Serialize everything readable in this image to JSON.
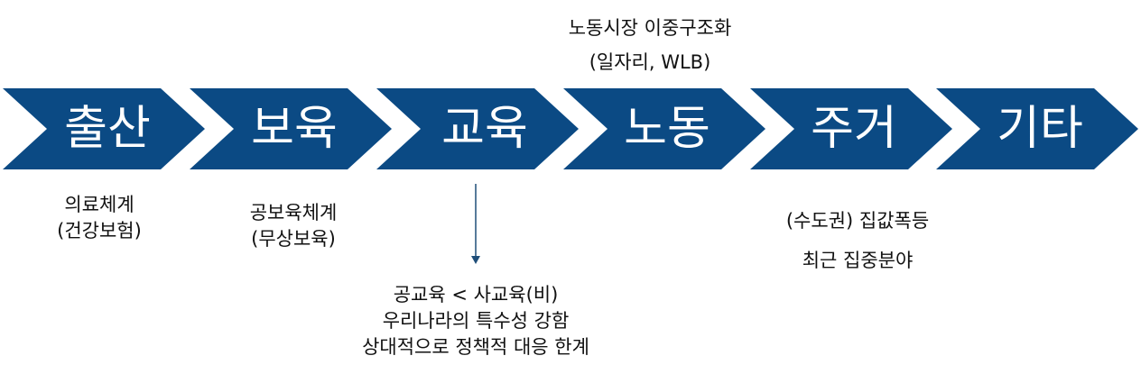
{
  "stages": [
    {
      "label": "출산"
    },
    {
      "label": "보육"
    },
    {
      "label": "교육"
    },
    {
      "label": "노동"
    },
    {
      "label": "주거"
    },
    {
      "label": "기타"
    }
  ],
  "notes": {
    "birth": {
      "line1": "의료체계",
      "line2": "(건강보험)"
    },
    "childcare": {
      "line1": "공보육체계",
      "line2": "(무상보육)"
    },
    "education": {
      "line1": "공교육 < 사교육(비)",
      "line2": "우리나라의 특수성 강함",
      "line3": "상대적으로 정책적 대응 한계"
    },
    "labor": {
      "line1": "노동시장 이중구조화",
      "line2": "(일자리, WLB)"
    },
    "housing": {
      "line1": "(수도권) 집값폭등",
      "line2": "최근 집중분야"
    }
  },
  "colors": {
    "chevron": "#0b4a84",
    "arrow": "#1f4e79"
  }
}
